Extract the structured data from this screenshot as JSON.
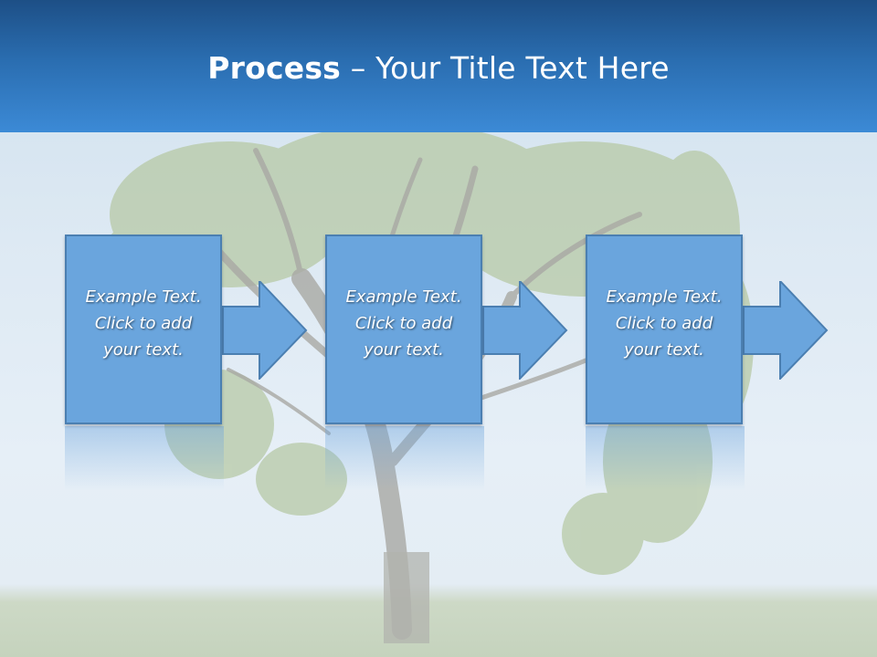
{
  "title": {
    "bold": "Process",
    "rest": " – Your Title Text Here"
  },
  "steps": [
    {
      "text": "Example Text.\nClick  to add\nyour text."
    },
    {
      "text": "Example Text.\nClick  to add\nyour text."
    },
    {
      "text": "Example Text.\nClick  to add\nyour text."
    }
  ],
  "colors": {
    "header_top": "#1d4f86",
    "header_bottom": "#3c8ad6",
    "box_fill": "#6aa5dd",
    "box_border": "#4b7fb1"
  }
}
